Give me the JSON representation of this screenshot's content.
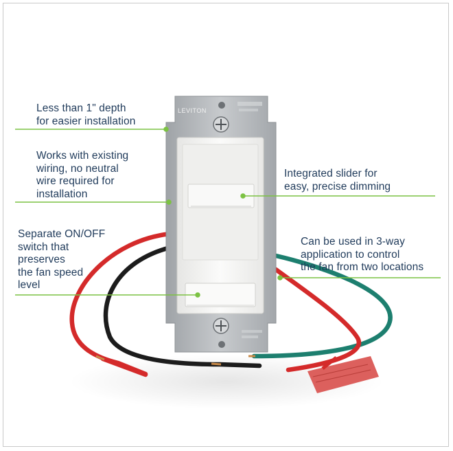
{
  "callouts": {
    "depth": "Less than 1\" depth\nfor easier installation",
    "wiring": "Works with existing\nwiring, no neutral\nwire required for\ninstallation",
    "onoff": "Separate ON/OFF\nswitch that\npreserves\nthe fan speed\nlevel",
    "slider": "Integrated slider for\neasy, precise dimming",
    "threeway": "Can be used in 3-way\napplication to control\nthe fan from two locations"
  },
  "product": {
    "brand": "LEVITON"
  },
  "colors": {
    "leader_line": "#7cc243",
    "text": "#1f3a5a",
    "wire_red": "#d42a2a",
    "wire_black": "#1c1c1c",
    "wire_green": "#1d7f6f",
    "strap": "#b5b8bb",
    "faceplate": "#f4f4f2",
    "tag": "#d9534f"
  }
}
